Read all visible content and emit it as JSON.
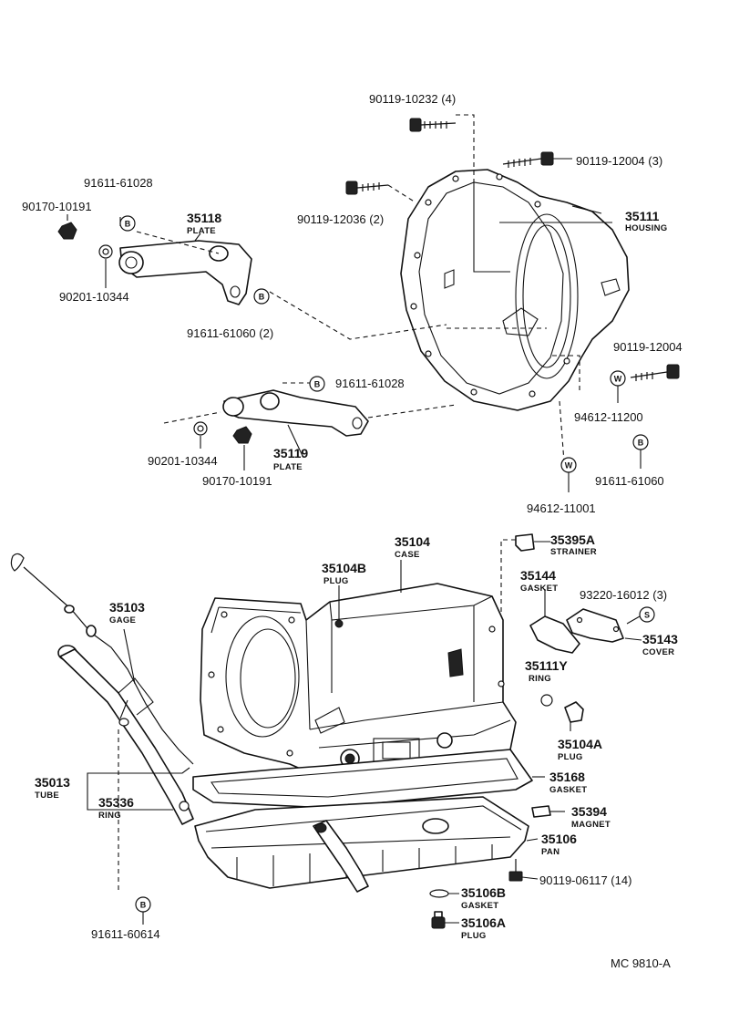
{
  "housing": {
    "bolt_top": "90119-10232 (4)",
    "bolt_right": "90119-12004 (3)",
    "bolt_left": "90119-12036 (2)",
    "number": "35111",
    "name": "HOUSING",
    "bolt_low": "90119-12004",
    "washer_a": "94612-11200",
    "washer_b": "94612-11001",
    "bolt_b": "91611-61060"
  },
  "upper_plate": {
    "number": "35118",
    "name": "PLATE",
    "bolt_top": "91611-61028",
    "nut": "90170-10191",
    "washer": "90201-10344",
    "bolt_low": "91611-61060 (2)"
  },
  "lower_plate": {
    "number": "35119",
    "name": "PLATE",
    "bolt": "91611-61028",
    "washer": "90201-10344",
    "nut": "90170-10191"
  },
  "case": {
    "number": "35104",
    "name": "CASE",
    "plug_number": "35104B",
    "plug_name": "PLUG"
  },
  "strainer": {
    "number": "35395A",
    "name": "STRAINER"
  },
  "cover_gasket": {
    "number": "35144",
    "name": "GASKET"
  },
  "cover_screw": "93220-16012 (3)",
  "cover": {
    "number": "35143",
    "name": "COVER"
  },
  "ring_y": {
    "number": "35111Y",
    "name": "RING"
  },
  "plug_a": {
    "number": "35104A",
    "name": "PLUG"
  },
  "gage": {
    "number": "35103",
    "name": "GAGE"
  },
  "tube": {
    "number": "35013",
    "name": "TUBE"
  },
  "tube_ring": {
    "number": "35336",
    "name": "RING"
  },
  "tube_bolt": "91611-60614",
  "pan_gasket": {
    "number": "35168",
    "name": "GASKET"
  },
  "magnet": {
    "number": "35394",
    "name": "MAGNET"
  },
  "pan": {
    "number": "35106",
    "name": "PAN"
  },
  "pan_bolt": "90119-06117 (14)",
  "drain_gasket": {
    "number": "35106B",
    "name": "GASKET"
  },
  "drain_plug": {
    "number": "35106A",
    "name": "PLUG"
  },
  "symbols": {
    "b": "B",
    "w": "W",
    "s": "S"
  },
  "figure_ref": "MC 9810-A"
}
